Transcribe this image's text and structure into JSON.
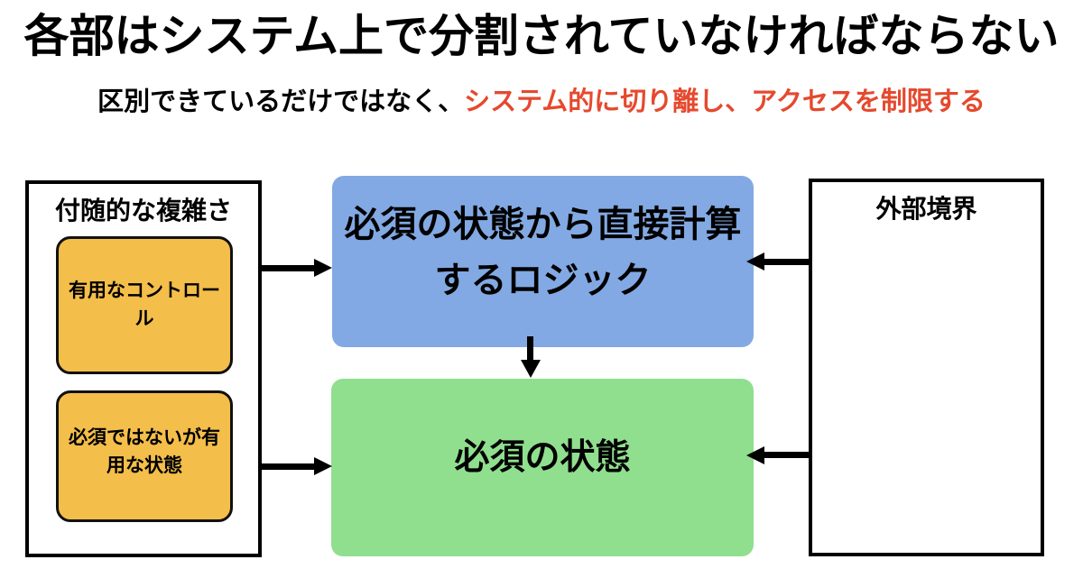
{
  "page": {
    "title": "各部はシステム上で分割されていなければならない",
    "subtitle": {
      "black_part": "区別できているだけではなく、",
      "red_part": "システム的に切り離し、アクセスを制限する"
    }
  },
  "diagram": {
    "accidental_complexity_box": {
      "label": "付随的な複雑さ",
      "items": [
        {
          "label": "有用なコントロー\nル"
        },
        {
          "label": "必須ではないが有\n用な状態"
        }
      ]
    },
    "logic_box": {
      "label": "必須の状態から直接計算\nするロジック"
    },
    "essential_state_box": {
      "label": "必須の状態"
    },
    "external_boundary_box": {
      "label": "外部境界"
    },
    "colors": {
      "item_orange": "#F4BE4B",
      "logic_blue": "#82A9E3",
      "state_green": "#90DF8E",
      "subtitle_red": "#E5492E",
      "arrow_black": "#000000"
    }
  }
}
